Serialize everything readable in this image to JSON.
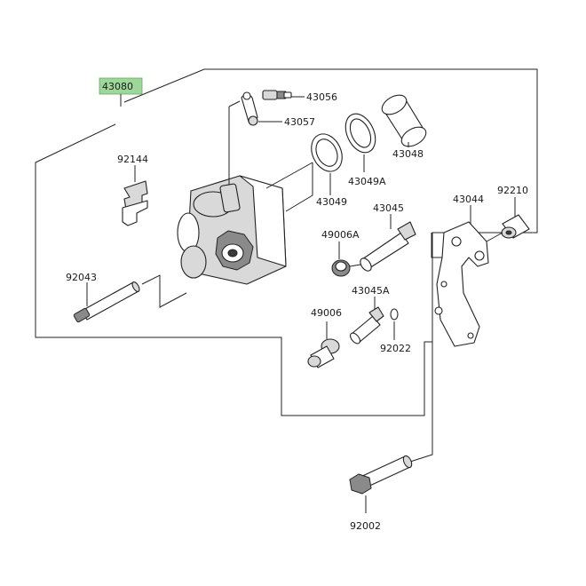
{
  "assembly": {
    "part_number": "43080",
    "highlight_color": "#9ed79a"
  },
  "parts": {
    "p43056": "43056",
    "p43057": "43057",
    "p43048": "43048",
    "p43049A": "43049A",
    "p43049": "43049",
    "p92144": "92144",
    "p43045": "43045",
    "p49006A": "49006A",
    "p43044": "43044",
    "p92210": "92210",
    "p92043": "92043",
    "p43045A": "43045A",
    "p49006": "49006",
    "p92022": "92022",
    "p92002": "92002"
  }
}
